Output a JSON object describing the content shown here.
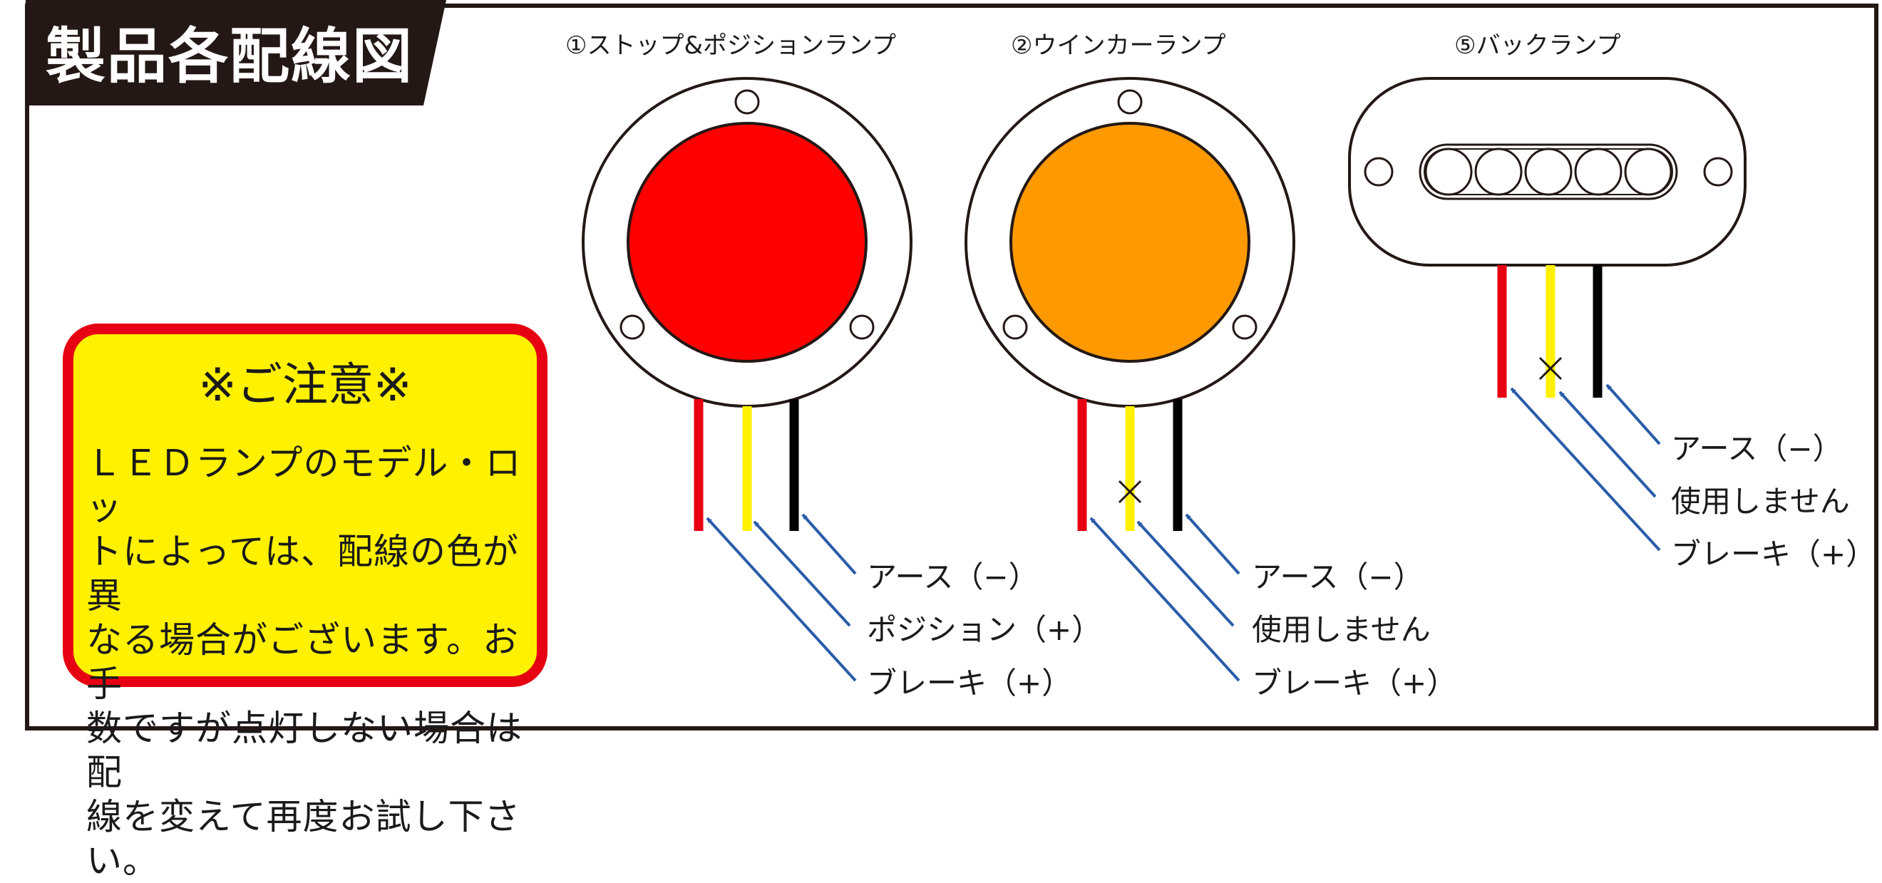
{
  "title": "製品各配線図",
  "lamps": [
    {
      "id": "stop-position",
      "title": "①ストップ&ポジションランプ",
      "lens_color": "#ff0000",
      "wires": [
        {
          "color": "#e60012",
          "label": "ブレーキ（+）"
        },
        {
          "color": "#fff100",
          "label": "ポジション（+）"
        },
        {
          "color": "#000000",
          "label": "アース（−）"
        }
      ]
    },
    {
      "id": "winker",
      "title": "②ウインカーランプ",
      "lens_color": "#ff9900",
      "wires": [
        {
          "color": "#e60012",
          "label": "ブレーキ（+）"
        },
        {
          "color": "#fff100",
          "label": "使用しません",
          "unused": true
        },
        {
          "color": "#000000",
          "label": "アース（−）"
        }
      ]
    },
    {
      "id": "back",
      "title": "⑤バックランプ",
      "lens_color": "#ffffff",
      "wires": [
        {
          "color": "#e60012",
          "label": "ブレーキ（+）"
        },
        {
          "color": "#fff100",
          "label": "使用しません",
          "unused": true
        },
        {
          "color": "#000000",
          "label": "アース（−）"
        }
      ]
    }
  ],
  "notice": {
    "title": "※ご注意※",
    "lines": [
      "ＬＥＤランプのモデル・ロッ",
      "トによっては、配線の色が異",
      "なる場合がございます。お手",
      "数ですが点灯しない場合は配",
      "線を変えて再度お試し下さい。"
    ]
  },
  "colors": {
    "title_bg": "#231815",
    "notice_border": "#e60012",
    "notice_bg": "#fff100",
    "arrow": "#2a5caa"
  }
}
